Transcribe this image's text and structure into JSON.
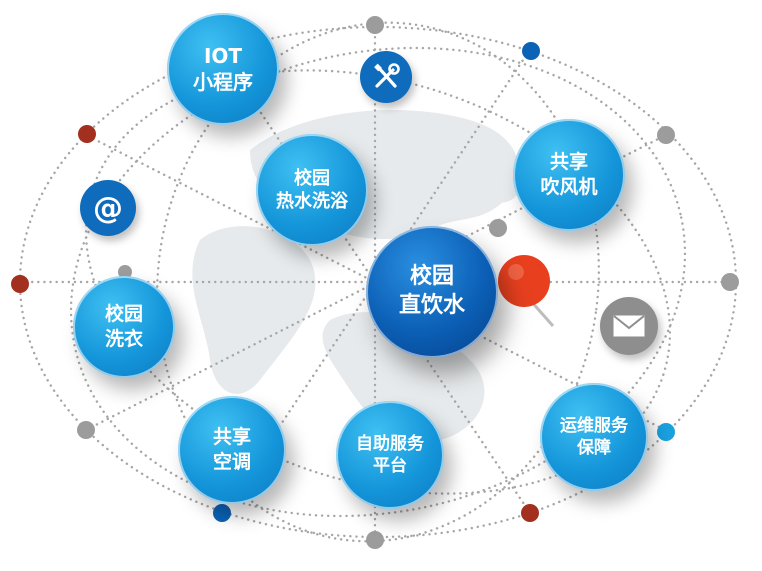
{
  "nodes": {
    "iot": {
      "line1": "IOT",
      "line2": "小程序"
    },
    "hot_water": {
      "line1": "校园",
      "line2": "热水洗浴"
    },
    "hair_dryer": {
      "line1": "共享",
      "line2": "吹风机"
    },
    "drinking_water": {
      "line1": "校园",
      "line2": "直饮水"
    },
    "laundry": {
      "line1": "校园",
      "line2": "洗衣"
    },
    "air_conditioning": {
      "line1": "共享",
      "line2": "空调"
    },
    "self_service": {
      "line1": "自助服务",
      "line2": "平台"
    },
    "maintenance": {
      "line1": "运维服务",
      "line2": "保障"
    }
  },
  "icons": {
    "at": {
      "name": "at-sign-icon",
      "glyph": "@"
    },
    "tools": {
      "name": "wrench-screwdriver-icon"
    },
    "mail": {
      "name": "envelope-icon"
    }
  },
  "colors": {
    "node_blue": "#1596da",
    "center_blue": "#0b5fb5",
    "dot_red": "#a3301e",
    "dot_gray": "#9c9c9c",
    "dot_blue": "#0b63b5",
    "pin_red": "#e8401f",
    "map_gray": "#e4e8ea"
  }
}
